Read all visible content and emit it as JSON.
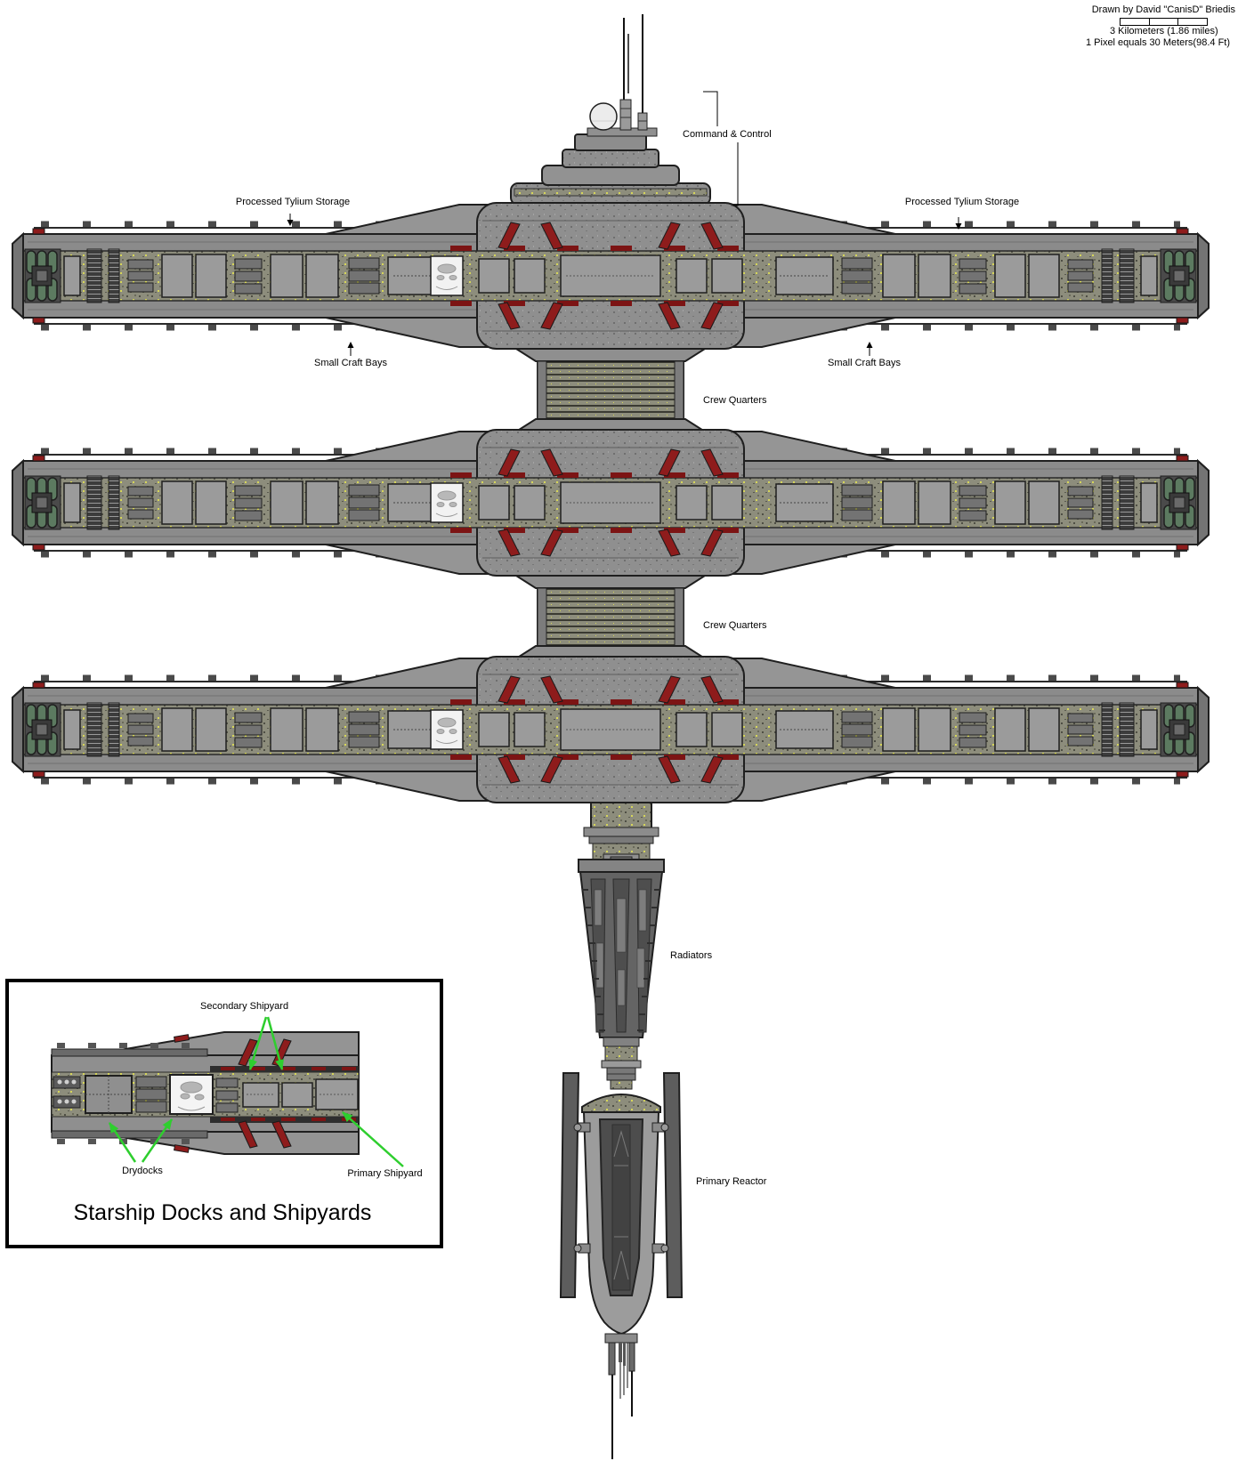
{
  "attribution": {
    "credit": "Drawn by David \"CanisD\" Briedis",
    "scale_bar_segments": 3,
    "scale_primary": "3 Kilometers (1.86 miles)",
    "scale_secondary": "1 Pixel equals 30 Meters(98.4 Ft)"
  },
  "ship_labels": {
    "command_and_control": "Command & Control",
    "processed_tylium_storage": "Processed Tylium Storage",
    "small_craft_bays": "Small Craft Bays",
    "crew_quarters": "Crew Quarters",
    "radiators": "Radiators",
    "primary_reactor": "Primary Reactor"
  },
  "inset": {
    "title": "Starship Docks and Shipyards",
    "labels": {
      "secondary_shipyard": "Secondary Shipyard",
      "drydocks": "Drydocks",
      "primary_shipyard": "Primary Shipyard"
    }
  },
  "colors": {
    "hull_gray": "#8b8b8b",
    "hull_light": "#9b9b9b",
    "hull_dark": "#6e6e6e",
    "deck_speckle": "#8d8d7c",
    "speckle_yellow": "#d6d65a",
    "tank_green": "#5c7a60",
    "accent_red": "#8e1c1c",
    "rail_red": "#7c1414",
    "callout_green": "#2ece2e",
    "dome_white": "#ececec",
    "outline_black": "#1f1f1f",
    "background": "#ffffff"
  }
}
